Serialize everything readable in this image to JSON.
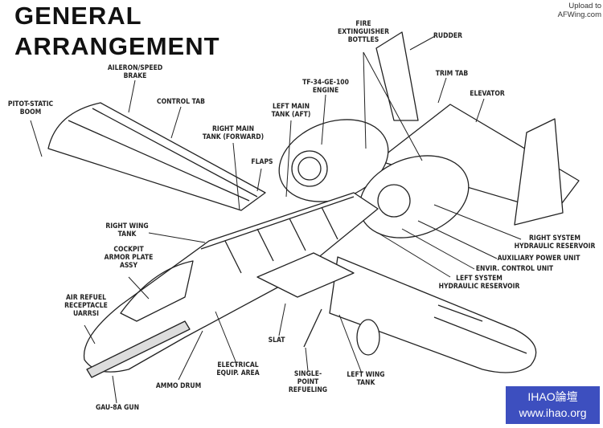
{
  "title": {
    "line1": "GENERAL",
    "line2": "ARRANGEMENT"
  },
  "watermarks": {
    "upload": {
      "line1": "Upload to",
      "line2": "AFWing.com"
    },
    "ihao": {
      "line1": "IHAO論壇",
      "line2": "www.ihao.org",
      "color": "#3d4fbf"
    }
  },
  "labels": [
    {
      "id": "aileron",
      "lines": [
        "AILERON/SPEED",
        "BRAKE"
      ]
    },
    {
      "id": "pitot",
      "lines": [
        "PITOT-STATIC",
        "BOOM"
      ]
    },
    {
      "id": "control-tab",
      "lines": [
        "CONTROL TAB"
      ]
    },
    {
      "id": "right-main-tank",
      "lines": [
        "RIGHT MAIN",
        "TANK (FORWARD)"
      ]
    },
    {
      "id": "left-main-tank",
      "lines": [
        "LEFT MAIN",
        "TANK (AFT)"
      ]
    },
    {
      "id": "engine",
      "lines": [
        "TF-34-GE-100",
        "ENGINE"
      ]
    },
    {
      "id": "fire-ext",
      "lines": [
        "FIRE",
        "EXTINGUISHER",
        "BOTTLES"
      ]
    },
    {
      "id": "rudder",
      "lines": [
        "RUDDER"
      ]
    },
    {
      "id": "trim-tab",
      "lines": [
        "TRIM TAB"
      ]
    },
    {
      "id": "elevator",
      "lines": [
        "ELEVATOR"
      ]
    },
    {
      "id": "flaps",
      "lines": [
        "FLAPS"
      ]
    },
    {
      "id": "right-wing-tank",
      "lines": [
        "RIGHT WING",
        "TANK"
      ]
    },
    {
      "id": "cockpit-armor",
      "lines": [
        "COCKPIT",
        "ARMOR PLATE",
        "ASSY"
      ]
    },
    {
      "id": "air-refuel",
      "lines": [
        "AIR REFUEL",
        "RECEPTACLE",
        "UARRSI"
      ]
    },
    {
      "id": "gun",
      "lines": [
        "GAU-8A GUN"
      ]
    },
    {
      "id": "ammo-drum",
      "lines": [
        "AMMO DRUM"
      ]
    },
    {
      "id": "electrical",
      "lines": [
        "ELECTRICAL",
        "EQUIP. AREA"
      ]
    },
    {
      "id": "slat",
      "lines": [
        "SLAT"
      ]
    },
    {
      "id": "single-point",
      "lines": [
        "SINGLE-",
        "POINT",
        "REFUELING"
      ]
    },
    {
      "id": "left-wing-tank",
      "lines": [
        "LEFT WING",
        "TANK"
      ]
    },
    {
      "id": "right-hyd",
      "lines": [
        "RIGHT SYSTEM",
        "HYDRAULIC RESERVOIR"
      ]
    },
    {
      "id": "apu",
      "lines": [
        "AUXILIARY POWER UNIT"
      ]
    },
    {
      "id": "ecu",
      "lines": [
        "ENVIR. CONTROL UNIT"
      ]
    },
    {
      "id": "left-hyd",
      "lines": [
        "LEFT SYSTEM",
        "HYDRAULIC RESERVOIR"
      ]
    }
  ]
}
